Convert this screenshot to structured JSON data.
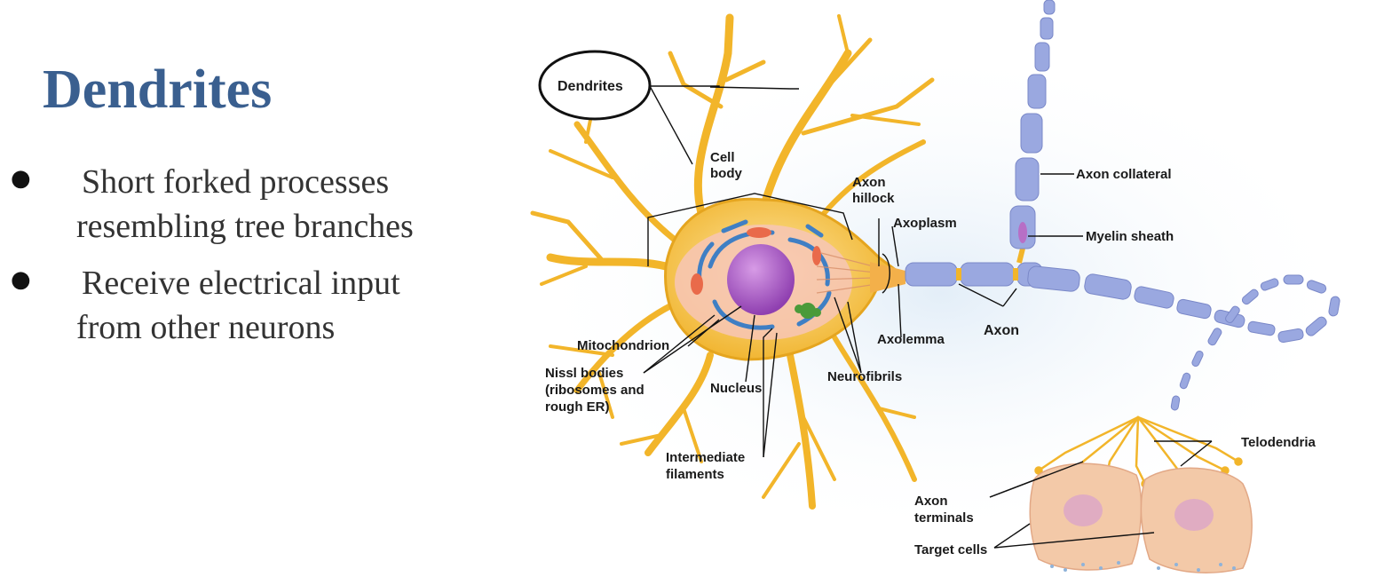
{
  "slide": {
    "title": "Dendrites",
    "bullets": [
      {
        "line1": "Short forked processes",
        "line2": "resembling tree branches"
      },
      {
        "line1": "Receive electrical input",
        "line2": "from other neurons"
      }
    ]
  },
  "diagram": {
    "labels": {
      "dendrites": "Dendrites",
      "cell_body_1": "Cell",
      "cell_body_2": "body",
      "axon_hillock_1": "Axon",
      "axon_hillock_2": "hillock",
      "axoplasm": "Axoplasm",
      "axon_collateral": "Axon collateral",
      "myelin_sheath": "Myelin sheath",
      "mitochondrion": "Mitochondrion",
      "axolemma": "Axolemma",
      "axon": "Axon",
      "nissl_1": "Nissl bodies",
      "nissl_2": "(ribosomes and",
      "nissl_3": "rough ER)",
      "nucleus": "Nucleus",
      "neurofibrils": "Neurofibrils",
      "intermediate_1": "Intermediate",
      "intermediate_2": "filaments",
      "telodendria": "Telodendria",
      "axon_terminals_1": "Axon",
      "axon_terminals_2": "terminals",
      "target_cells": "Target cells"
    },
    "colors": {
      "neuron_body": "#f5c23a",
      "dendrite": "#f2b52a",
      "nucleus": "#b066c8",
      "er": "#3f7fc4",
      "myelin": "#9aa8e0",
      "target_cell": "#f3c9a8",
      "background_glow": "#e3eef8",
      "title": "#3a5f8f"
    }
  }
}
